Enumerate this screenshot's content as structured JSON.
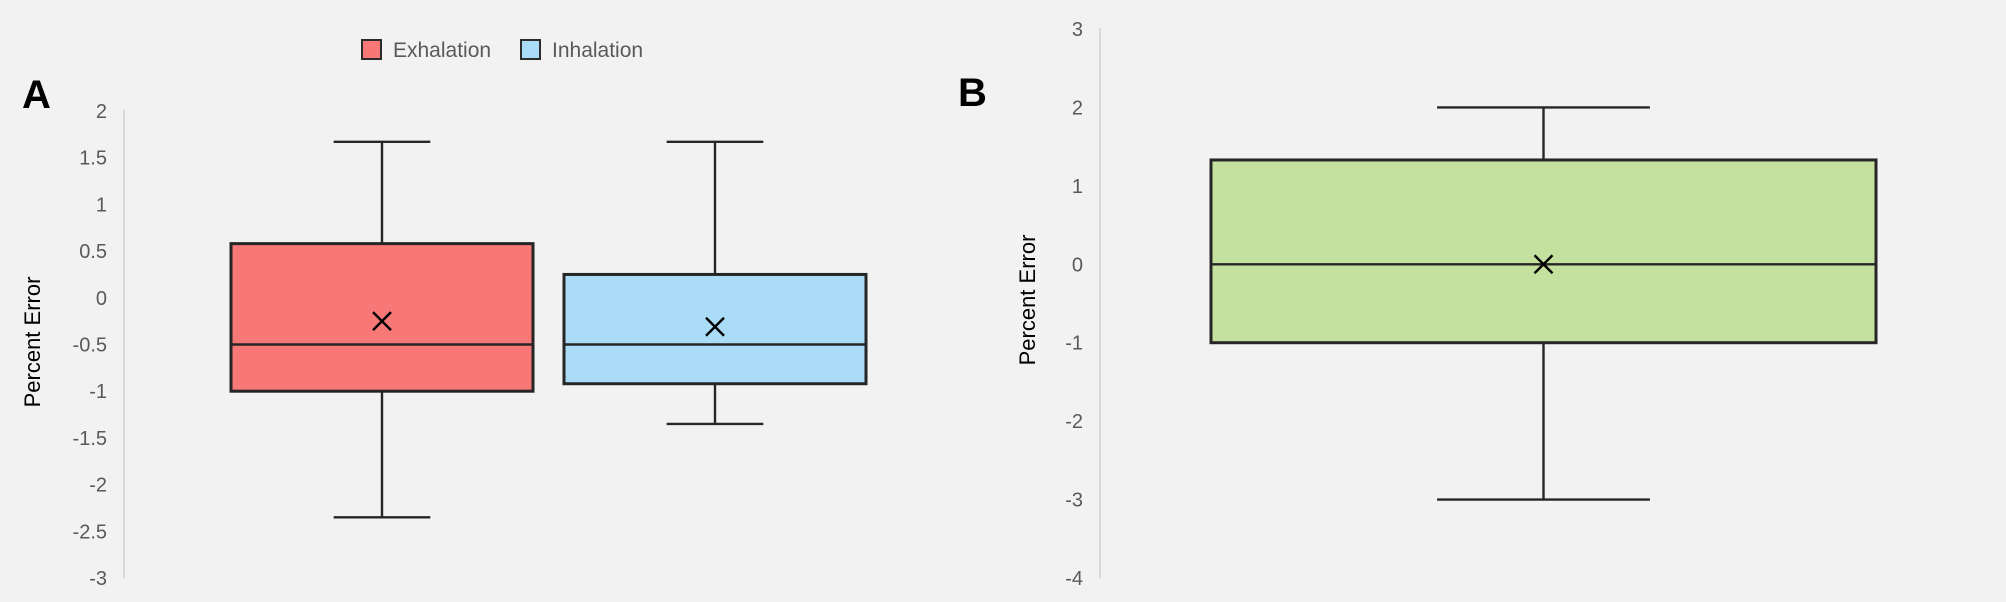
{
  "panels": {
    "a": {
      "letter": "A"
    },
    "b": {
      "letter": "B"
    }
  },
  "chart_data": [
    {
      "type": "box",
      "panel": "A",
      "title": "",
      "ylabel": "Percent Error",
      "ylim": [
        -3,
        2
      ],
      "yticks": [
        2,
        1.5,
        1,
        0.5,
        0,
        -0.5,
        -1,
        -1.5,
        -2,
        -2.5,
        -3
      ],
      "legend": {
        "position": "top-center",
        "entries": [
          "Exhalation",
          "Inhalation"
        ]
      },
      "series": [
        {
          "name": "Exhalation",
          "color": "#f87777",
          "min": -2.35,
          "q1": -1.0,
          "median": -0.5,
          "q3": 0.58,
          "max": 1.67,
          "mean": -0.25
        },
        {
          "name": "Inhalation",
          "color": "#aadcf8",
          "min": -1.35,
          "q1": -0.92,
          "median": -0.5,
          "q3": 0.25,
          "max": 1.67,
          "mean": -0.31
        }
      ]
    },
    {
      "type": "box",
      "panel": "B",
      "title": "",
      "ylabel": "Percent Error",
      "ylim": [
        -4,
        3
      ],
      "yticks": [
        3,
        2,
        1,
        0,
        -1,
        -2,
        -3,
        -4
      ],
      "legend": null,
      "series": [
        {
          "color": "#c5e1a0",
          "min": -3.0,
          "q1": -1.0,
          "median": 0.0,
          "q3": 1.33,
          "max": 2.0,
          "mean": 0.0
        }
      ]
    }
  ]
}
